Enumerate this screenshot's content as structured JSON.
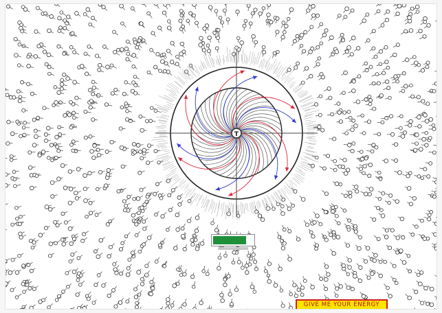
{
  "game": {
    "center_glyph": "T",
    "energy_meter_value": "",
    "energy_level": 0.82,
    "action_button_label": "GIVE ME YOUR ENERGY"
  },
  "colors": {
    "background": "#ffffff",
    "ring_stroke": "#222222",
    "spiral_blue": "#2f3ad0",
    "spiral_red": "#e0253a",
    "meter_fill": "#1f8f3a",
    "button_bg": "#ffe400",
    "button_border": "#d01e1e"
  },
  "icons": {
    "particle": "circle-with-tail-icon",
    "center": "t-glyph-icon"
  }
}
